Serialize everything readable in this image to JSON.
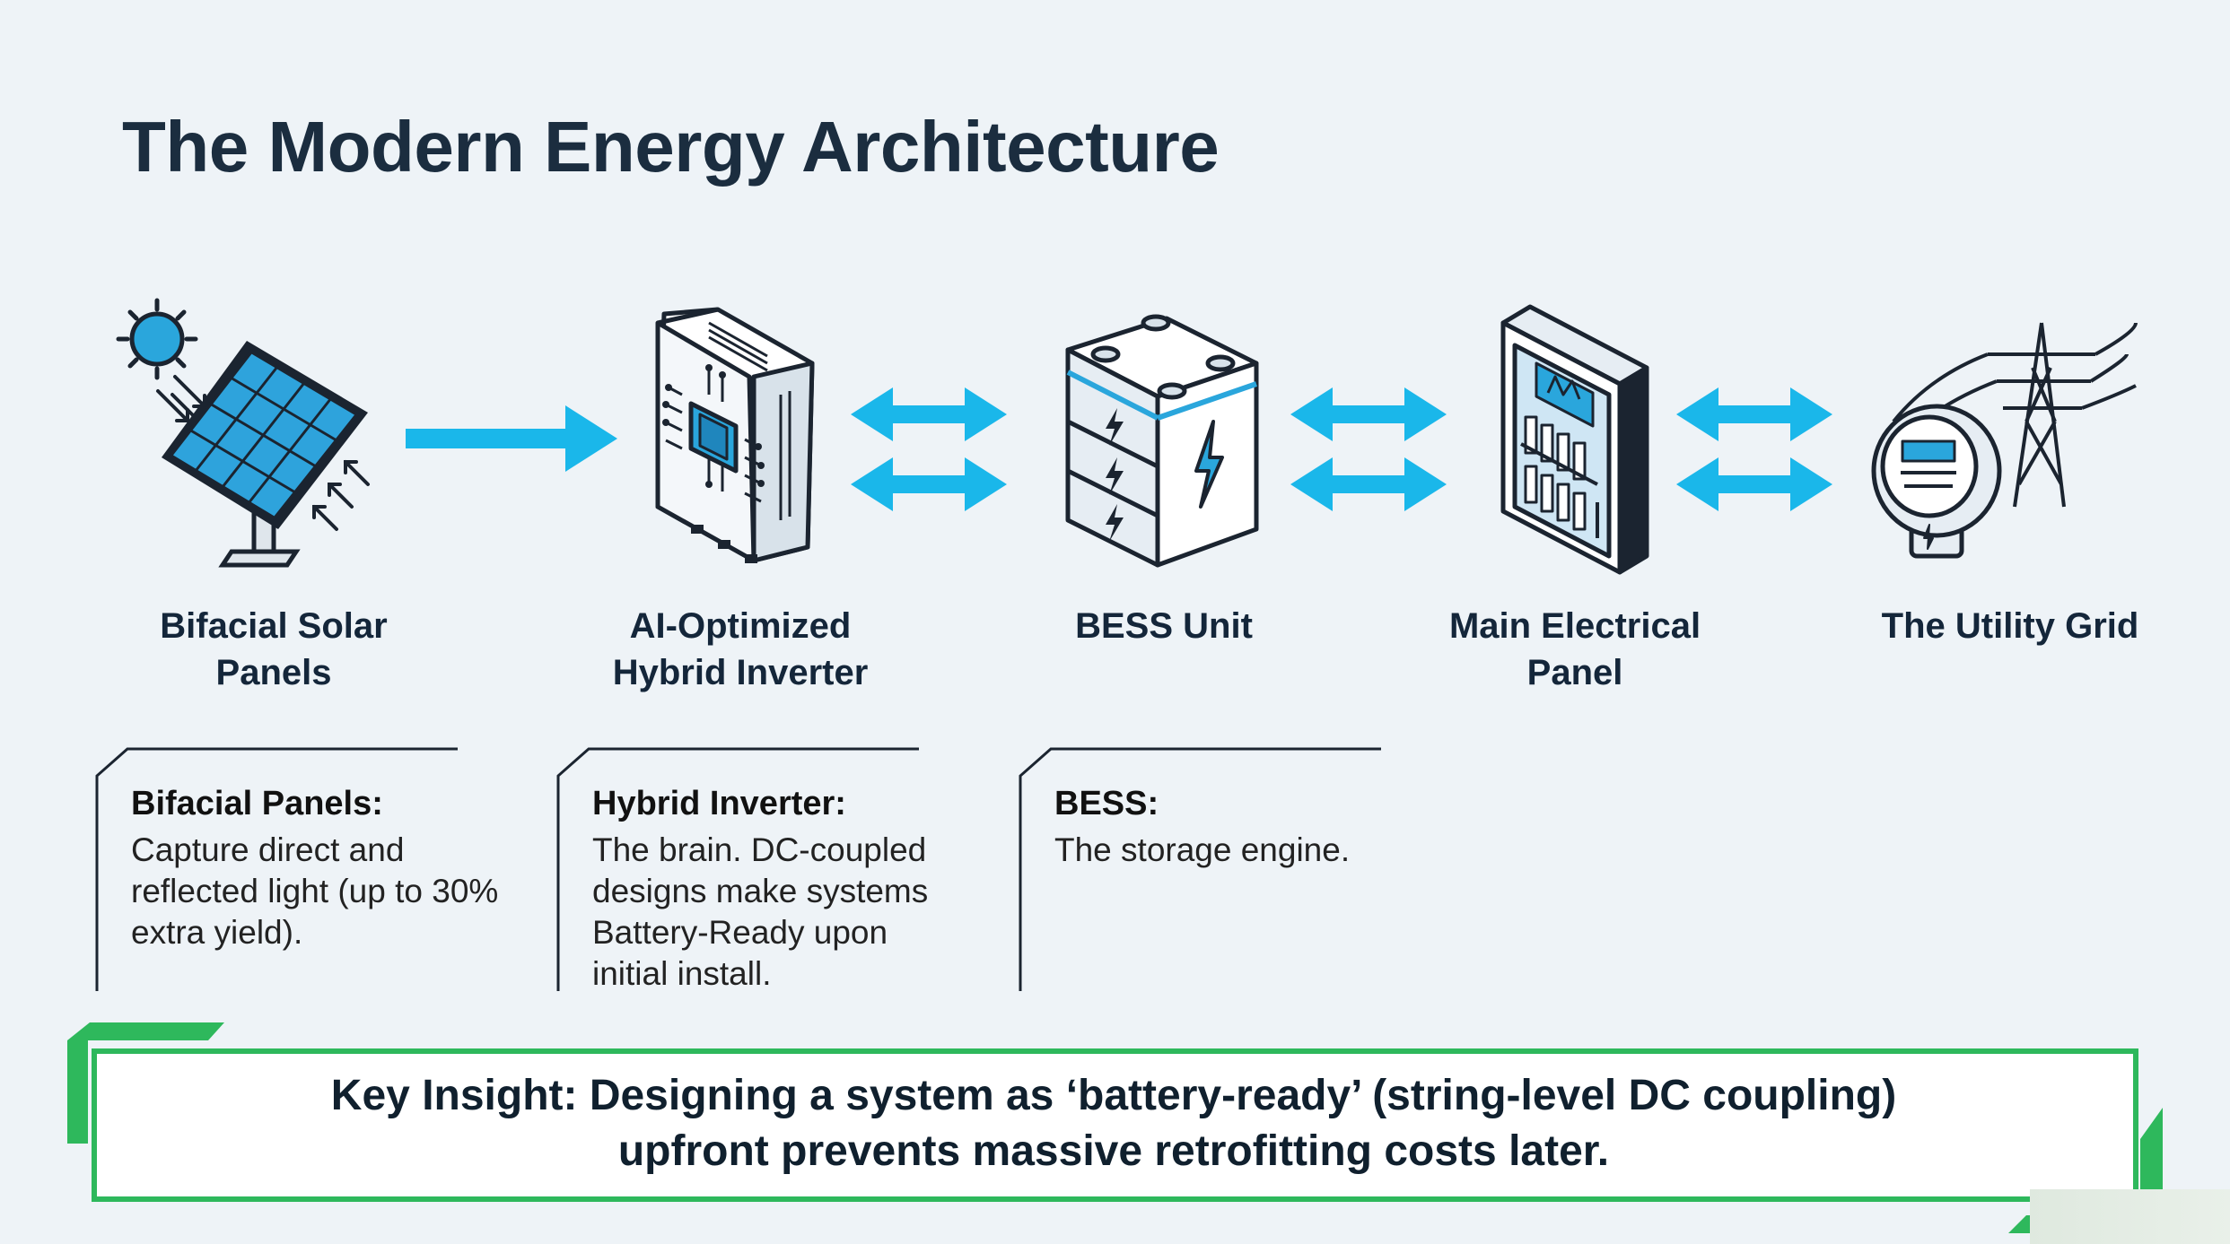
{
  "title": "The Modern Energy Architecture",
  "components": [
    {
      "label": "Bifacial Solar\nPanels",
      "icon": "solar-panel-icon"
    },
    {
      "label": "AI-Optimized\nHybrid Inverter",
      "icon": "inverter-icon"
    },
    {
      "label": "BESS Unit",
      "icon": "battery-icon"
    },
    {
      "label": "Main Electrical\nPanel",
      "icon": "electrical-panel-icon"
    },
    {
      "label": "The Utility Grid",
      "icon": "utility-grid-icon"
    }
  ],
  "callouts": [
    {
      "title": "Bifacial Panels:",
      "text": "Capture direct and reflected light (up to 30% extra yield)."
    },
    {
      "title": "Hybrid Inverter:",
      "text": "The brain. DC-coupled designs make systems Battery-Ready upon initial install."
    },
    {
      "title": "BESS:",
      "text": "The storage engine."
    }
  ],
  "insight": {
    "line1": "Key Insight: Designing a system as ‘battery-ready’ (string-level DC coupling)",
    "line2": "upfront prevents massive retrofitting costs later."
  },
  "colors": {
    "arrow": "#1ab7ea",
    "accent_green": "#2eb85c",
    "icon_blue": "#2a9fd8",
    "outline": "#1b2430"
  }
}
